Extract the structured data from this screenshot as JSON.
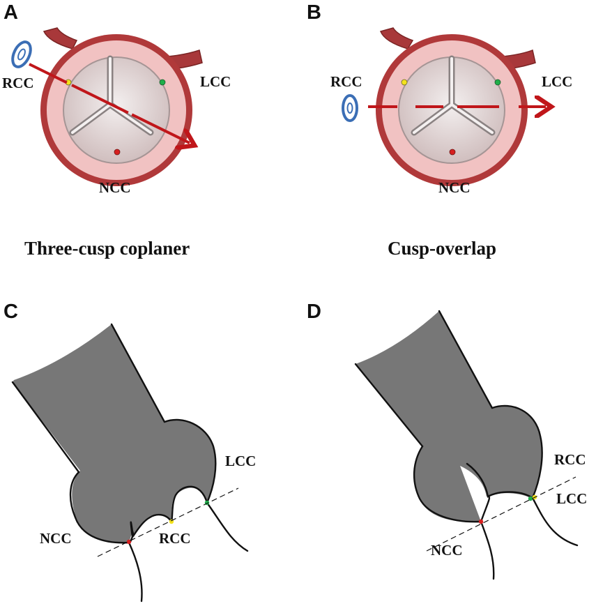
{
  "panels": {
    "a": {
      "letter": "A",
      "caption": "Three-cusp coplaner",
      "labels": {
        "rcc": "RCC",
        "lcc": "LCC",
        "ncc": "NCC"
      }
    },
    "b": {
      "letter": "B",
      "caption": "Cusp-overlap",
      "labels": {
        "rcc": "RCC",
        "lcc": "LCC",
        "ncc": "NCC"
      }
    },
    "c": {
      "letter": "C",
      "labels": {
        "lcc": "LCC",
        "rcc": "RCC",
        "ncc": "NCC"
      }
    },
    "d": {
      "letter": "D",
      "labels": {
        "rcc": "RCC",
        "lcc": "LCC",
        "ncc": "NCC"
      }
    }
  },
  "colors": {
    "aorta_wall": "#b0393a",
    "annulus": "#f1c2c2",
    "valve_inner": "#d9cccc",
    "leaflet": "#eeeaea",
    "arrow": "#c0161a",
    "projection_ring": "#3b6eb5",
    "root_fill": "#777777",
    "rcc_dot": "#f3e21c",
    "lcc_dot": "#1fae4a",
    "ncc_dot": "#d62020"
  }
}
